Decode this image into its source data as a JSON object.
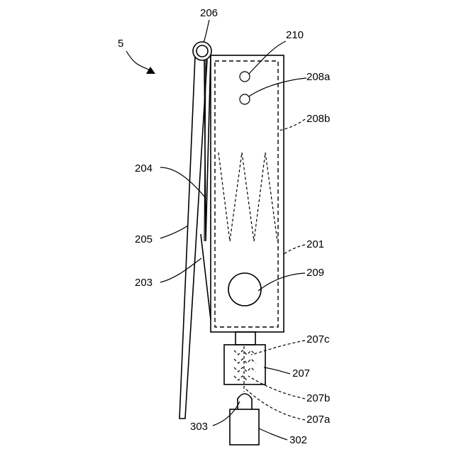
{
  "labels": {
    "fig_ref": "5",
    "l206": "206",
    "l210": "210",
    "l208a": "208a",
    "l208b": "208b",
    "l204": "204",
    "l205": "205",
    "l201": "201",
    "l203": "203",
    "l209": "209",
    "l207c": "207c",
    "l207": "207",
    "l207b": "207b",
    "l207a": "207a",
    "l303": "303",
    "l302": "302"
  }
}
